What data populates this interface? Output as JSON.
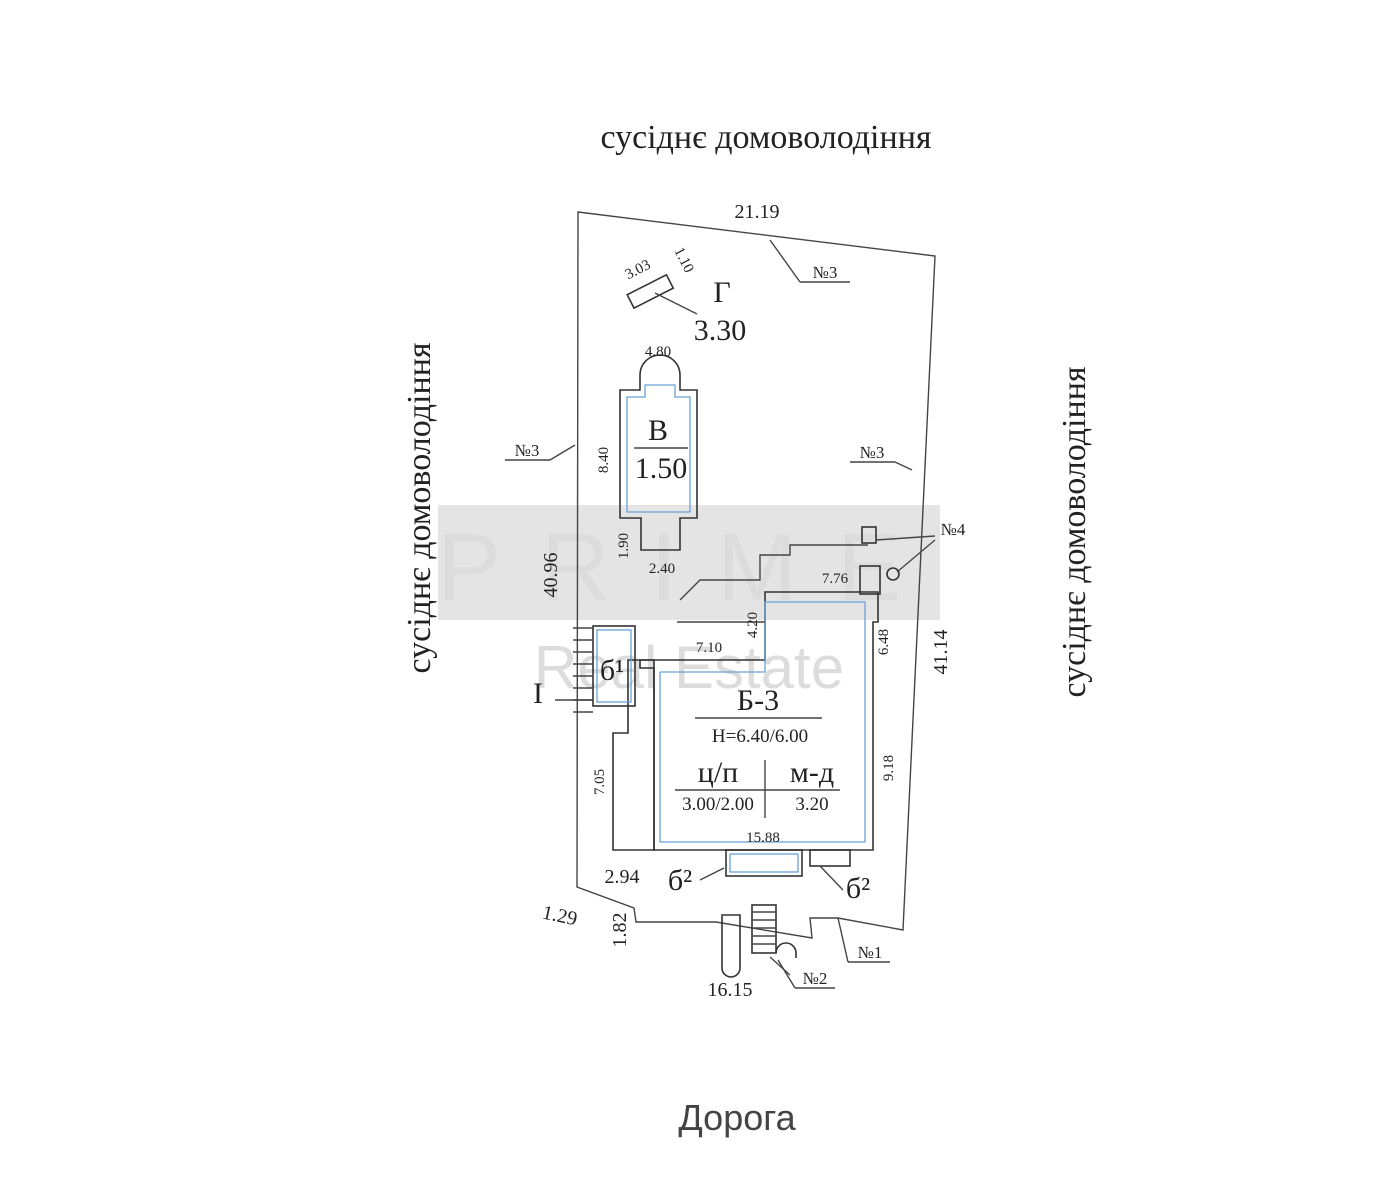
{
  "neighbor_label": "сусіднє домоволодіння",
  "road_label": "Дорога",
  "watermark": {
    "brand": "PRIME",
    "subtitle": "Real Estate"
  },
  "buildings": {
    "g_label": "Г",
    "g_area": "3.30",
    "g_dim_a": "3.03",
    "g_dim_b": "1.10",
    "v_label": "В",
    "v_value": "1.50",
    "v_dim_top": "4.80",
    "v_dim_side": "8.40",
    "v_dim_neck": "1.90",
    "v_dim_base": "2.40",
    "b3_label": "Б-3",
    "b3_height": "Н=6.40/6.00",
    "b3_mat1": "ц/п",
    "b3_mat1_value": "3.00/2.00",
    "b3_mat2": "м-д",
    "b3_mat2_value": "3.20",
    "b1_label": "б¹",
    "b2_label_left": "б²",
    "b2_label_right": "б²",
    "porch_label": "І"
  },
  "dimensions": {
    "top": "21.19",
    "left": "40.96",
    "right": "41.14",
    "bottom": "16.15",
    "d1_29": "1.29",
    "d1_82": "1.82",
    "d2_94": "2.94",
    "d15_88": "15.88",
    "d7_05": "7.05",
    "d9_18": "9.18",
    "d6_48": "6.48",
    "d7_10": "7.10",
    "d4_20": "4.20",
    "d7_76": "7.76"
  },
  "markers": {
    "m1": "№1",
    "m2": "№2",
    "m3_top": "№3",
    "m3_left": "№3",
    "m3_right": "№3",
    "m4": "№4"
  }
}
